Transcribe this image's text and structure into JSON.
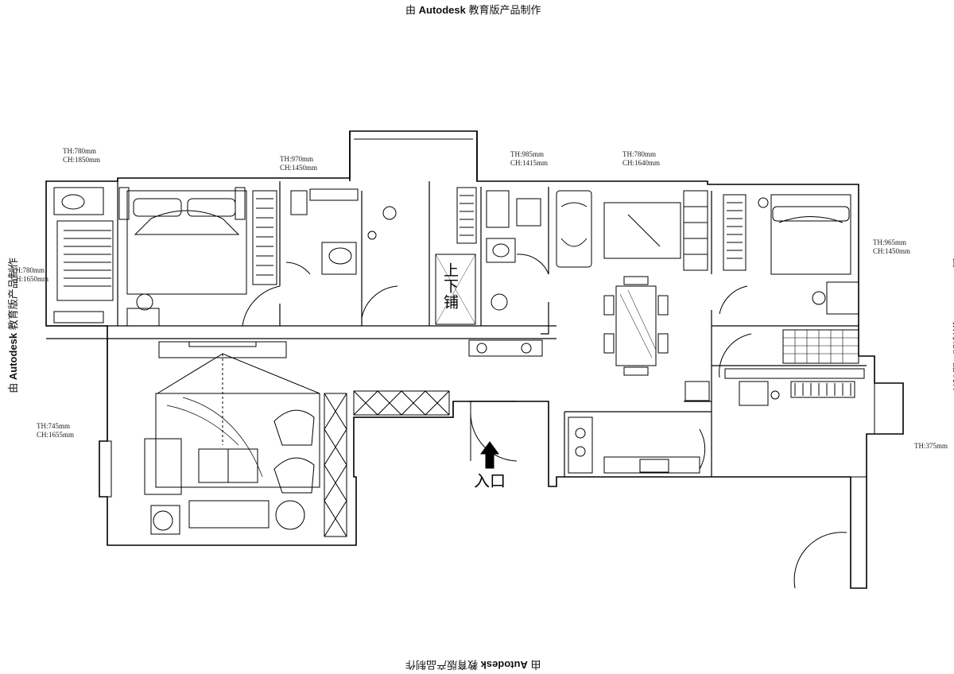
{
  "watermark": {
    "prefix": "由",
    "brand": "Autodesk",
    "suffix": "教育版产品制作"
  },
  "rooms": {
    "master_bath": {
      "th": "TH:780mm",
      "ch": "CH:1850mm"
    },
    "master_wall": {
      "th": "TH:780mm",
      "ch": "CH:1650mm"
    },
    "bath_2": {
      "th": "TH:970mm",
      "ch": "CH:1450mm"
    },
    "bath_3": {
      "th": "TH:985mm",
      "ch": "CH:1415mm"
    },
    "dining": {
      "th": "TH:780mm",
      "ch": "CH:1640mm"
    },
    "bedroom_east": {
      "th": "TH:965mm",
      "ch": "CH:1450mm"
    },
    "living": {
      "th": "TH:745mm",
      "ch": "CH:1655mm"
    },
    "balcony": {
      "th": "TH:375mm"
    }
  },
  "labels": {
    "entry": "入口",
    "bunk_bed": "上下铺"
  },
  "colors": {
    "line": "#000000",
    "background": "#ffffff"
  }
}
